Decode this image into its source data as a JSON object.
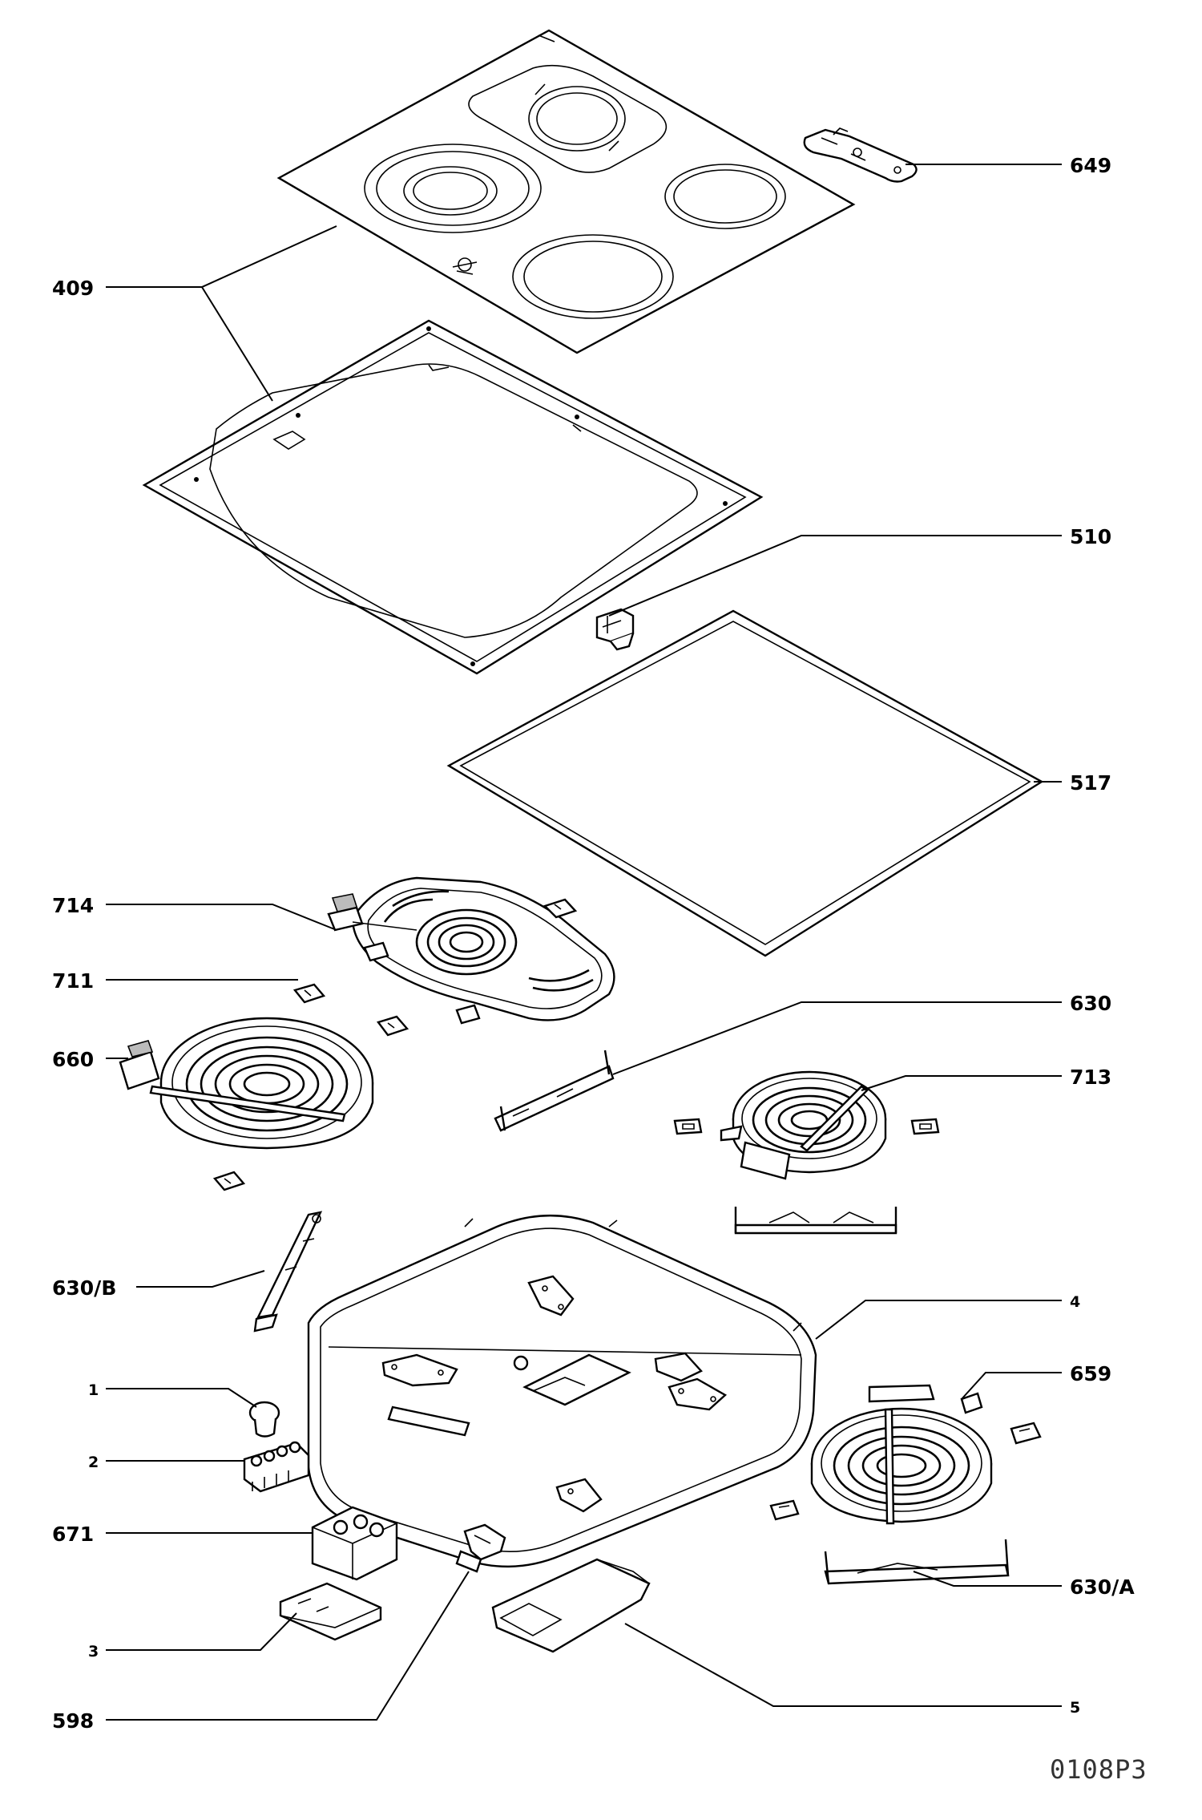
{
  "diagram": {
    "drawing_code": "0108P3",
    "labels": {
      "l649": "649",
      "l409": "409",
      "l510": "510",
      "l517": "517",
      "l714": "714",
      "l711": "711",
      "l630": "630",
      "l660": "660",
      "l713": "713",
      "l630b": "630/B",
      "l4": "4",
      "l1": "1",
      "l659": "659",
      "l2": "2",
      "l671": "671",
      "l630a": "630/A",
      "l3": "3",
      "l598": "598",
      "l5": "5"
    }
  }
}
